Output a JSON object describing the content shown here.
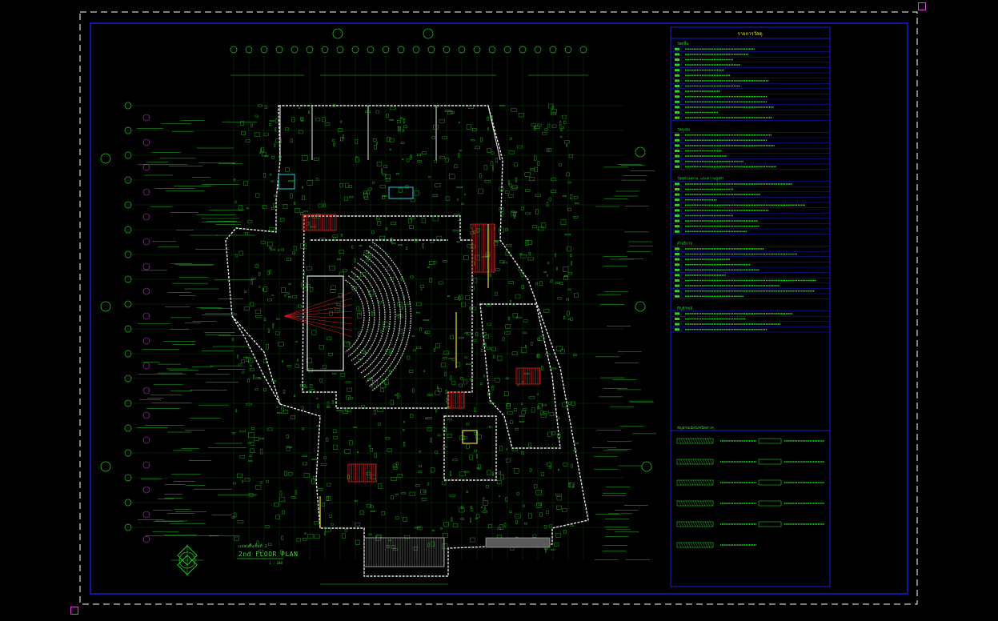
{
  "drawing": {
    "title": "2nd FLOOR PLAN",
    "title_prefix": "แปลนพื้นชั้นที่ 2",
    "scale_label": "1 : 100"
  },
  "legend": {
    "header": "รายการวัสดุ",
    "sections": [
      {
        "label": "วัสดุพื้น",
        "rows": 14
      },
      {
        "label": "วัสดุผนัง",
        "rows": 7
      },
      {
        "label": "วัสดุฝ้าเพดาน และความสูงฝ้า",
        "rows": 10
      },
      {
        "label": "คำอธิบาย",
        "rows": 10
      },
      {
        "label": "สัญลักษณ์",
        "rows": 4
      }
    ],
    "wall_types_header": "สัญลักษณ์ผนังชนิดต่างๆ"
  },
  "colors": {
    "background": "#000000",
    "frame": "#1b1bd6",
    "dashed_border": "#ffffff",
    "linework": "#22c422",
    "accent_red": "#e02020",
    "accent_yellow": "#f0e020",
    "accent_cyan": "#20d0e0",
    "marker": "#e040e0",
    "legend_text": "#2bd62b"
  }
}
